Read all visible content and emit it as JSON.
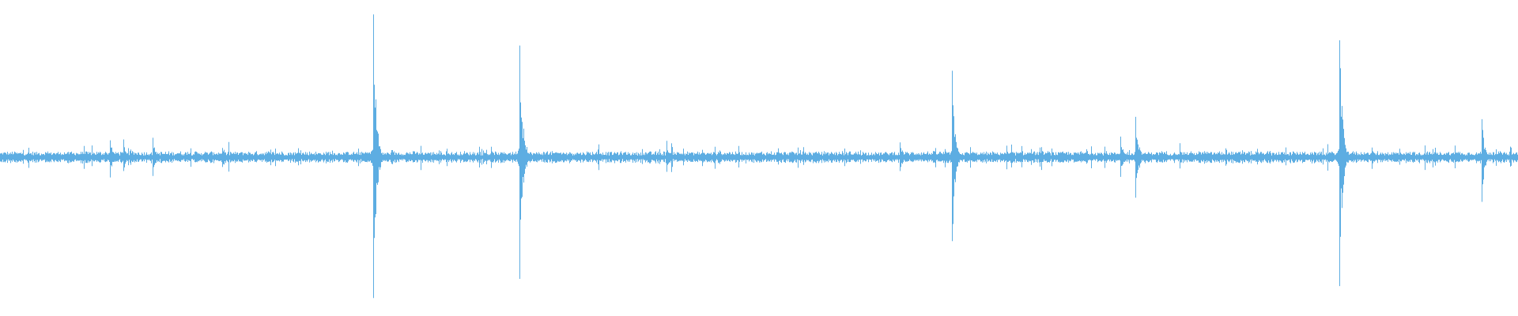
{
  "waveform": {
    "color": "#5DADE2",
    "background": "#ffffff",
    "duration": 1.0,
    "noise_amplitude": 0.035,
    "transients": [
      {
        "t": 0.0722,
        "amp": 0.12
      },
      {
        "t": 0.0815,
        "amp": 0.1
      },
      {
        "t": 0.1005,
        "amp": 0.11
      },
      {
        "t": 0.1461,
        "amp": 0.06
      },
      {
        "t": 0.2457,
        "amp": 0.82
      },
      {
        "t": 0.3422,
        "amp": 0.83
      },
      {
        "t": 0.4393,
        "amp": 0.1
      },
      {
        "t": 0.5926,
        "amp": 0.1
      },
      {
        "t": 0.627,
        "amp": 0.53
      },
      {
        "t": 0.7382,
        "amp": 0.12
      },
      {
        "t": 0.748,
        "amp": 0.25
      },
      {
        "t": 0.8825,
        "amp": 0.8
      },
      {
        "t": 0.976,
        "amp": 0.25
      }
    ]
  }
}
